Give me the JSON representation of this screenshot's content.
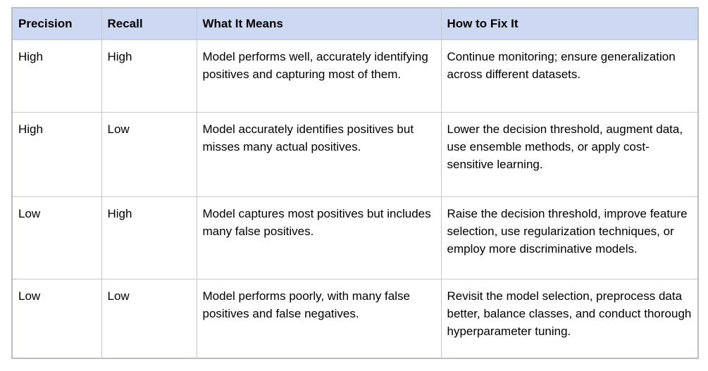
{
  "colors": {
    "header_bg": "#cdd9f2",
    "border_outer": "#b9bdc4",
    "border_inner": "#c5c8cc",
    "text": "#000000",
    "page_bg": "#ffffff"
  },
  "table": {
    "columns": [
      {
        "label": "Precision"
      },
      {
        "label": "Recall"
      },
      {
        "label": "What It Means"
      },
      {
        "label": "How to Fix It"
      }
    ],
    "rows": [
      {
        "precision": "High",
        "recall": "High",
        "meaning": "Model performs well, accurately identifying positives and capturing most of them.",
        "fix": "Continue monitoring; ensure generalization across different datasets."
      },
      {
        "precision": "High",
        "recall": "Low",
        "meaning": "Model accurately identifies positives but misses many actual positives.",
        "fix": "Lower the decision threshold, augment data, use ensemble methods, or apply cost-sensitive learning."
      },
      {
        "precision": "Low",
        "recall": "High",
        "meaning": "Model captures most positives but includes many false positives.",
        "fix": "Raise the decision threshold, improve feature selection, use regularization techniques, or employ more discriminative models."
      },
      {
        "precision": "Low",
        "recall": "Low",
        "meaning": "Model performs poorly, with many false positives and false negatives.",
        "fix": "Revisit the model selection, preprocess data better, balance classes, and conduct thorough hyperparameter tuning."
      }
    ]
  }
}
